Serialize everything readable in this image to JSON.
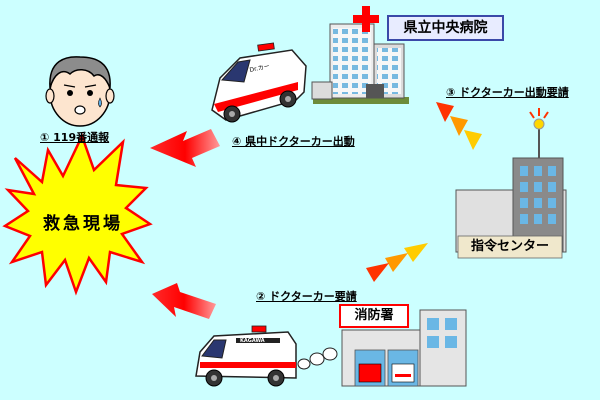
{
  "hospital": {
    "name": "県立中央病院"
  },
  "command_center": {
    "name": "指令センター"
  },
  "fire_station": {
    "name": "消防署"
  },
  "scene": {
    "name": "救急現場"
  },
  "ambulances": {
    "doctor_car_text": "Dr.カー",
    "fire_ambulance_text": "KAGAWA"
  },
  "steps": [
    {
      "label": "① 119番通報"
    },
    {
      "label": "② ドクターカー要請"
    },
    {
      "label": "③ ドクターカー出動要請"
    },
    {
      "label": "④ 県中ドクターカー出動"
    }
  ],
  "colors": {
    "background": "#ccffff",
    "arrow_red": "#ff0000",
    "signal_red": "#ff3300",
    "signal_orange": "#ff9900",
    "signal_yellow": "#ffcc00",
    "burst_fill": "#ffff00",
    "burst_outline": "#ff0000",
    "hospital_cross": "#ff0000"
  }
}
